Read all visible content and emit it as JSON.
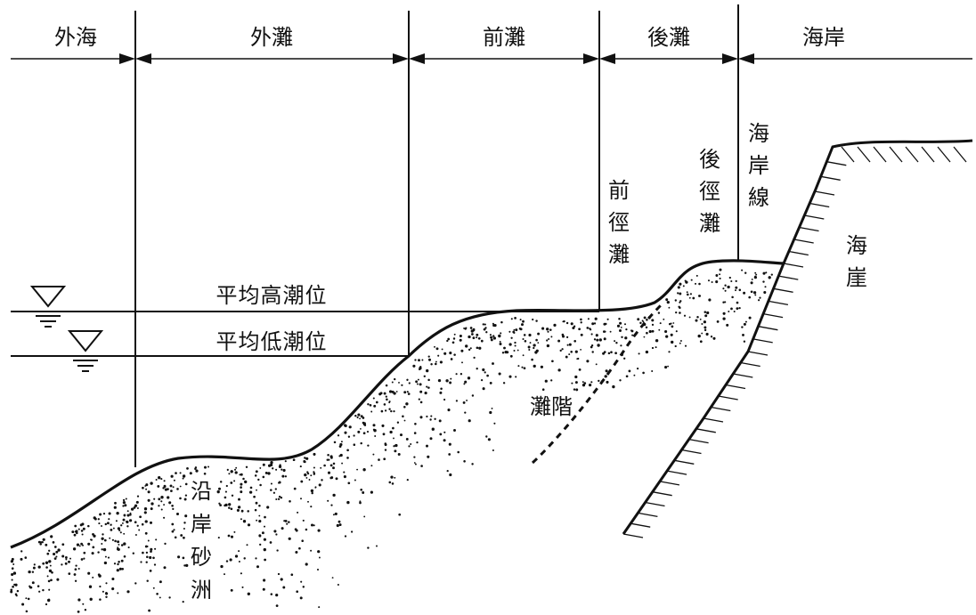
{
  "zones": {
    "offshore": "外海",
    "outer_beach": "外灘",
    "foreshore": "前灘",
    "backshore": "後灘",
    "coast": "海岸"
  },
  "water_levels": {
    "mean_high": "平均高潮位",
    "mean_low": "平均低潮位"
  },
  "features": {
    "foreshore_path": [
      "前",
      "徑",
      "灘"
    ],
    "backshore_path": [
      "後",
      "徑",
      "灘"
    ],
    "shoreline": [
      "海",
      "岸",
      "線"
    ],
    "sea_cliff": [
      "海",
      "崖"
    ],
    "longshore_bar": [
      "沿",
      "岸",
      "砂",
      "洲"
    ],
    "beach_step": "灘階"
  }
}
